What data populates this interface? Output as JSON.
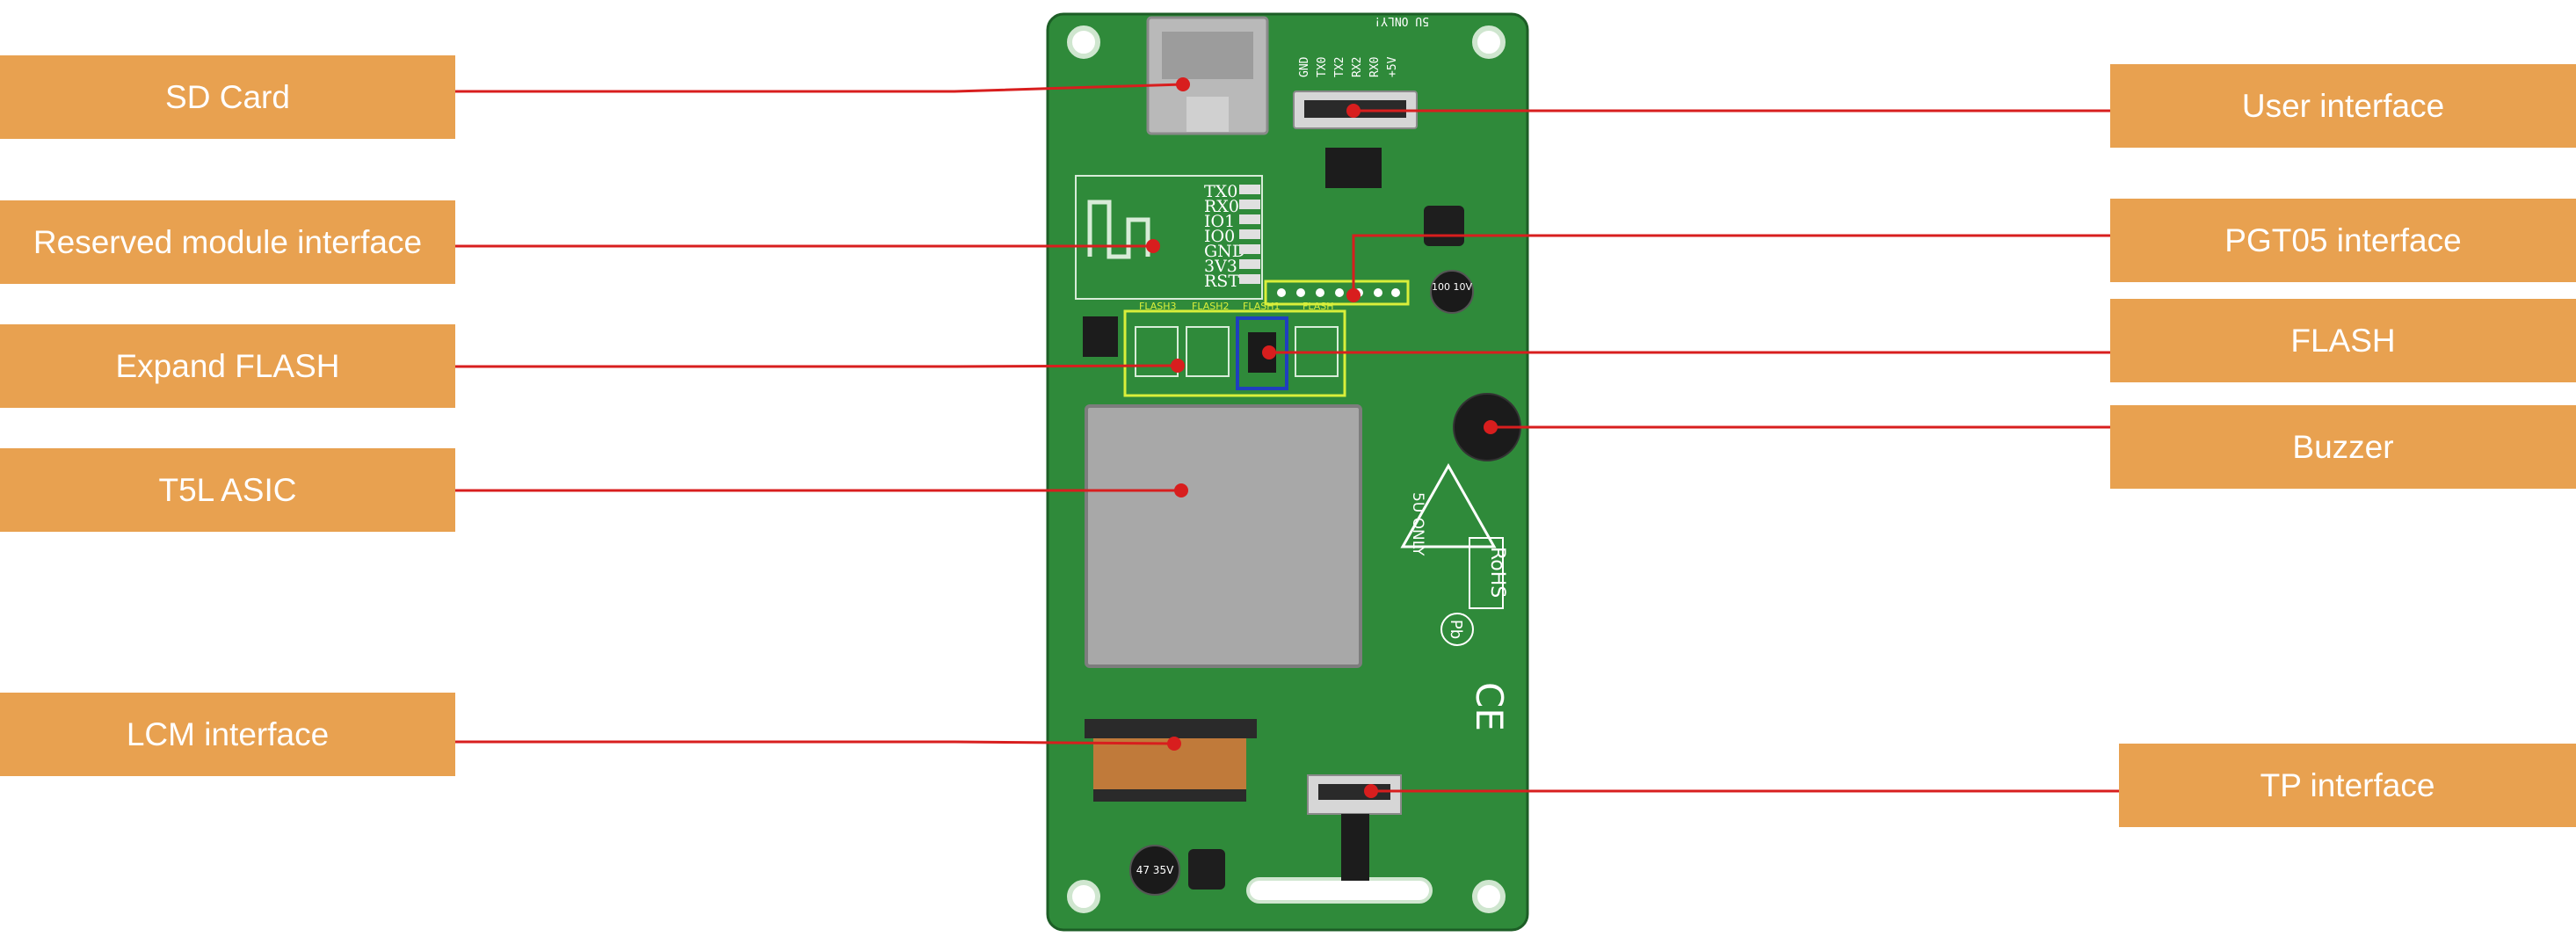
{
  "colors": {
    "label_fill": "#e8a150",
    "label_text": "#ffffff",
    "leader_line": "#d81e1e",
    "board": "#2f8a3a",
    "board_dark": "#226f2c",
    "shield": "#a8a8a8",
    "connector": "#c07a3a",
    "highlight_yellow": "#d9ef3a",
    "highlight_blue": "#1f3fbf"
  },
  "labels": {
    "sd_card": "SD Card",
    "reserved_module": "Reserved module interface",
    "expand_flash": "Expand FLASH",
    "t5l_asic": "T5L ASIC",
    "lcm_interface": "LCM interface",
    "user_interface": "User interface",
    "pgt05_interface": "PGT05 interface",
    "flash": "FLASH",
    "buzzer": "Buzzer",
    "tp_interface": "TP interface"
  },
  "silkscreen": {
    "pins_user": [
      "GND",
      "TX0",
      "TX2",
      "RX2",
      "RX0",
      "+5V"
    ],
    "only_5v_top": "5U ONLY!",
    "pins_module": [
      "TX0",
      "RX0",
      "IO1",
      "IO0",
      "GND",
      "3V3",
      "RST"
    ],
    "flash_slots": [
      "FLASH3",
      "FLASH2",
      "FLASH1",
      "FLASH"
    ],
    "only_5v_side": "5U ONLY",
    "rohs": "RoHS",
    "pb": "Pb",
    "ce": "CE",
    "cap_top": "100 10V",
    "cap_bottom": "47 35V"
  }
}
